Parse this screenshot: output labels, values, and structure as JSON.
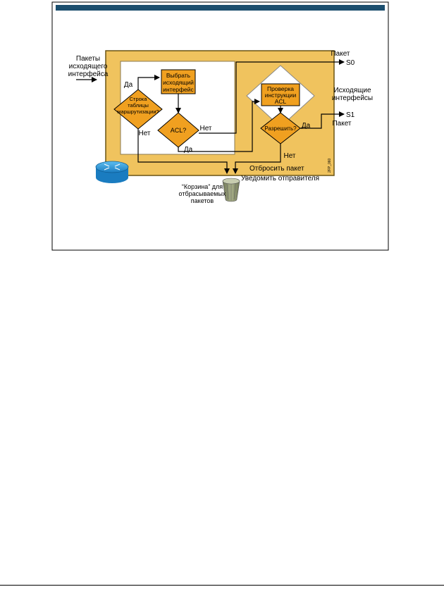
{
  "input": {
    "line1": "Пакеты",
    "line2": "исходящего",
    "line3": "интерфейса"
  },
  "decision_routing": {
    "line1": "Строка",
    "line2": "таблицы",
    "line3": "маршрутизации?"
  },
  "label_yes_routing": "Да",
  "label_no_routing": "Нет",
  "process_select": {
    "line1": "Выбрать",
    "line2": "исходящий",
    "line3": "интерфейс"
  },
  "decision_acl": "ACL?",
  "label_no_acl": "Нет",
  "label_yes_acl": "Да",
  "process_check": {
    "line1": "Проверка",
    "line2": "инструкции",
    "line3": "ACL"
  },
  "decision_permit": "Разрешить?",
  "label_yes_permit": "Да",
  "label_no_permit": "Нет",
  "output_s0": {
    "packet": "Пакет",
    "port": "S0"
  },
  "output_s1": {
    "port": "S1",
    "packet": "Пакет"
  },
  "outgoing_interfaces": {
    "line1": "Исходящие",
    "line2": "интерфейсы"
  },
  "drop_packet": "Отбросить пакет",
  "notify_sender": "Уведомить отправителя",
  "trash_caption": {
    "line1": "“Корзина” для",
    "line2": "отбрасываемых",
    "line3": "пакетов"
  },
  "figure_id": "2FP_060",
  "colors": {
    "banner": "#1b4e6e",
    "panel": "#f0c35e",
    "panel_border": "#6a5414",
    "box": "#f0a020",
    "router": "#1f8fd6",
    "trash": "#8c9470"
  }
}
